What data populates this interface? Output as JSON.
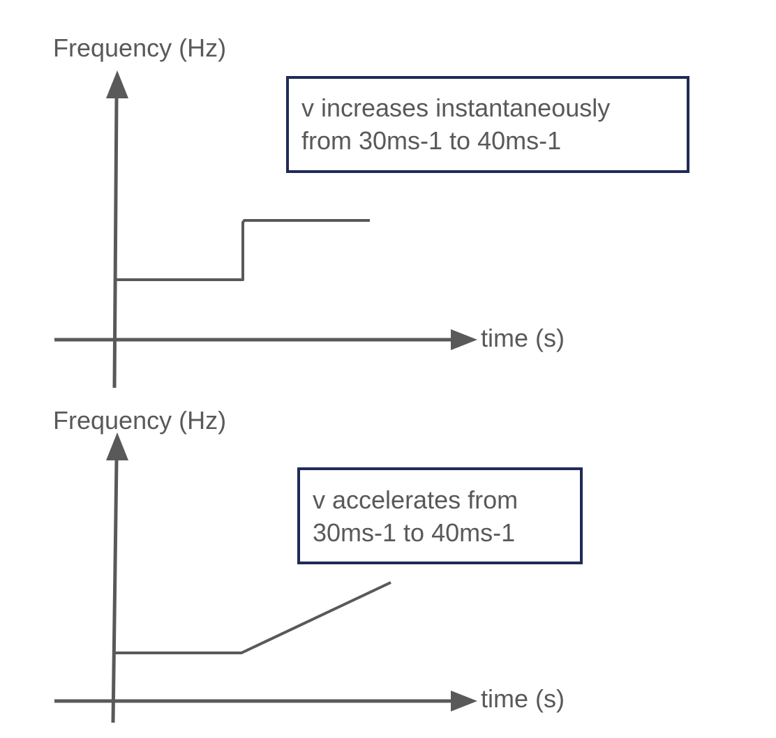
{
  "colors": {
    "axis": "#595959",
    "text": "#595959",
    "box_border": "#1f2b57",
    "background": "#ffffff"
  },
  "graphs": [
    {
      "y_axis_label": "Frequency (Hz)",
      "x_axis_label": "time (s)",
      "note_lines": [
        "v increases instantaneously",
        "from 30ms-1 to 40ms-1"
      ],
      "curve_shape": "step"
    },
    {
      "y_axis_label": "Frequency (Hz)",
      "x_axis_label": "time (s)",
      "note_lines": [
        "v accelerates from",
        "30ms-1 to 40ms-1"
      ],
      "curve_shape": "ramp"
    }
  ]
}
